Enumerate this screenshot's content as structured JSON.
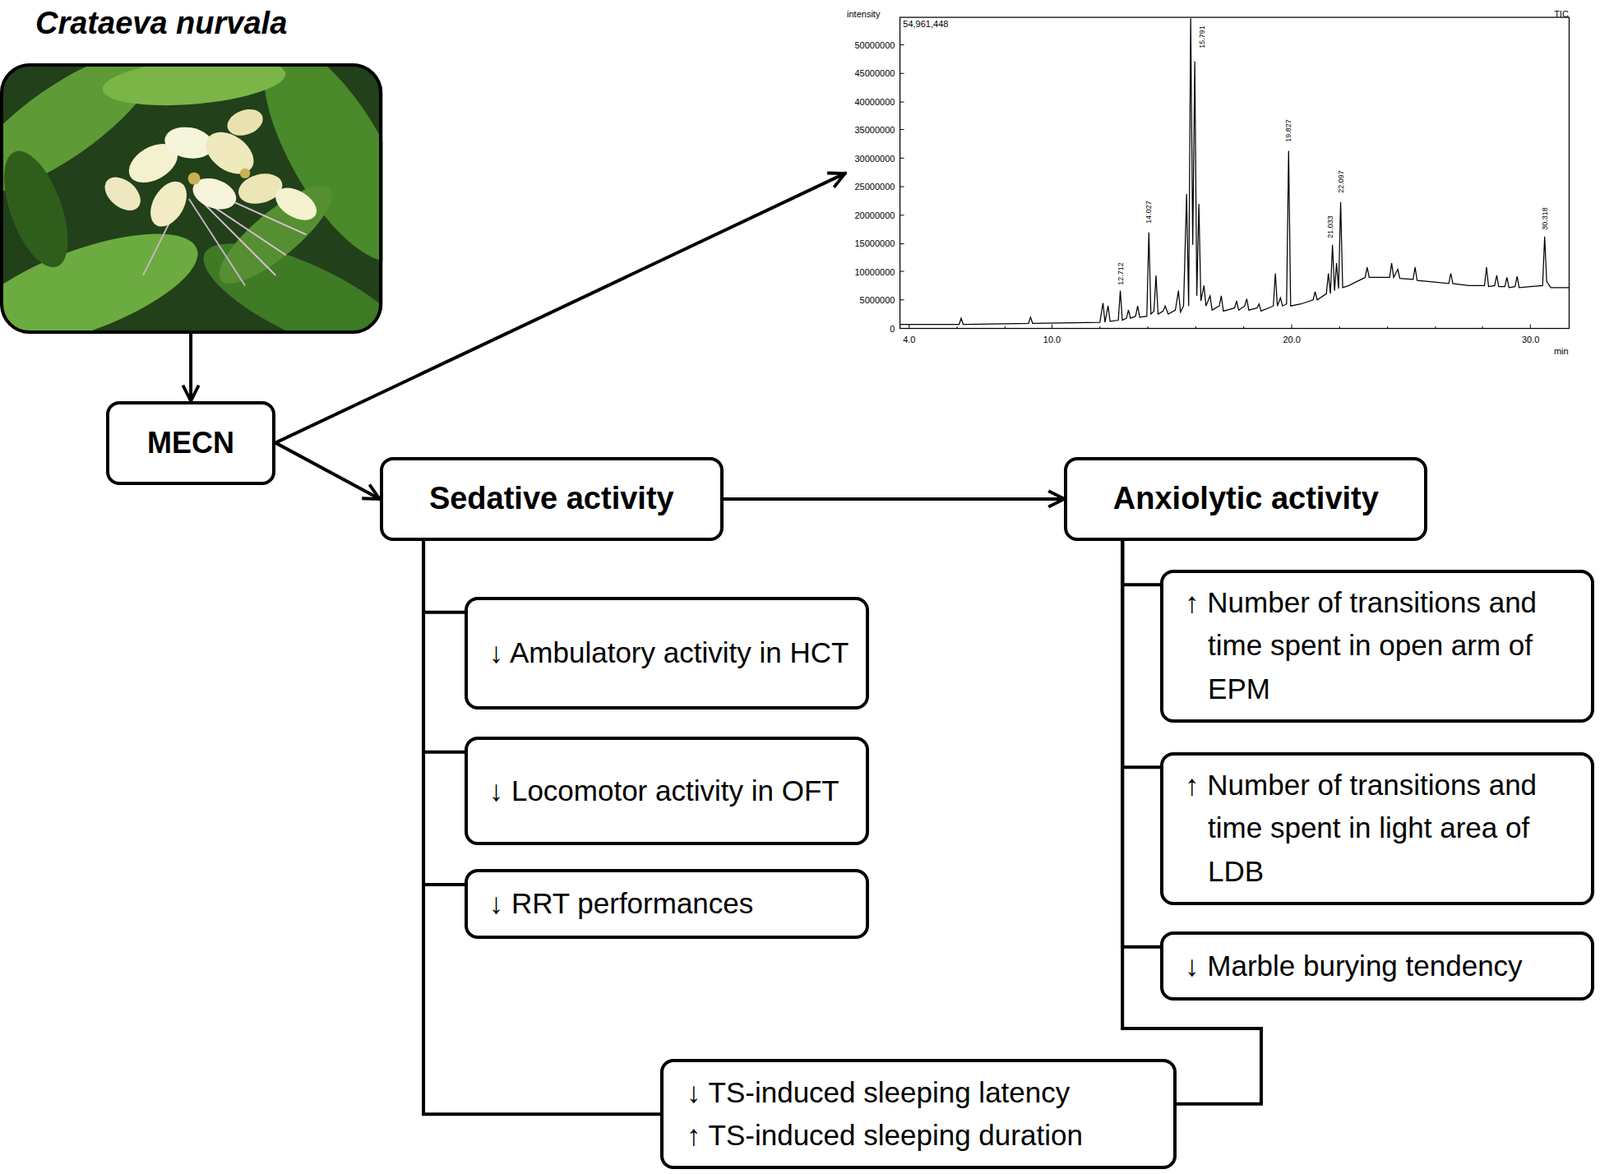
{
  "diagram": {
    "nodes": [
      {
        "text": [
          "Crataeva nurvala"
        ]
      },
      {
        "text": [
          "intensity",
          "TIC",
          "54,961,448",
          "50000000",
          "45000000",
          "40000000",
          "35000000",
          "30000000",
          "25000000",
          "20000000",
          "15000000",
          "10000000",
          "5000000",
          "0",
          "4.0",
          "10.0",
          "20.0",
          "30.0",
          "min",
          "15.791",
          "19.827",
          "22.097",
          "14.027",
          "21.033",
          "30.318",
          "12.712"
        ]
      },
      {
        "text": [
          "MECN"
        ]
      },
      {
        "text": [
          "Sedative activity"
        ]
      },
      {
        "text": [
          "Anxiolytic activity"
        ]
      },
      {
        "text": [
          "↓ Ambulatory activity in HCT"
        ]
      },
      {
        "text": [
          "↓ Locomotor activity in OFT"
        ]
      },
      {
        "text": [
          "↓ RRT performances"
        ]
      },
      {
        "text": [
          "↑ Number of transitions and time spent in open arm of EPM"
        ]
      },
      {
        "text": [
          "↑ Number of transitions and time spent in light area of LDB"
        ]
      },
      {
        "text": [
          "↓ Marble burying tendency"
        ]
      },
      {
        "text": [
          "↓ TS-induced sleeping latency",
          "↑ TS-induced sleeping duration"
        ]
      }
    ],
    "edges": [
      {
        "from": 0,
        "to": 2,
        "arrow": "to"
      },
      {
        "from": 2,
        "to": 1,
        "arrow": "to"
      },
      {
        "from": 2,
        "to": 3,
        "arrow": "to"
      },
      {
        "from": 3,
        "to": 4,
        "arrow": "to"
      },
      {
        "from": 3,
        "to": 5,
        "arrow": "none"
      },
      {
        "from": 3,
        "to": 6,
        "arrow": "none"
      },
      {
        "from": 3,
        "to": 7,
        "arrow": "none"
      },
      {
        "from": 3,
        "to": 11,
        "arrow": "none"
      },
      {
        "from": 4,
        "to": 8,
        "arrow": "none"
      },
      {
        "from": 4,
        "to": 9,
        "arrow": "none"
      },
      {
        "from": 4,
        "to": 10,
        "arrow": "none"
      },
      {
        "from": 4,
        "to": 11,
        "arrow": "none"
      }
    ]
  }
}
